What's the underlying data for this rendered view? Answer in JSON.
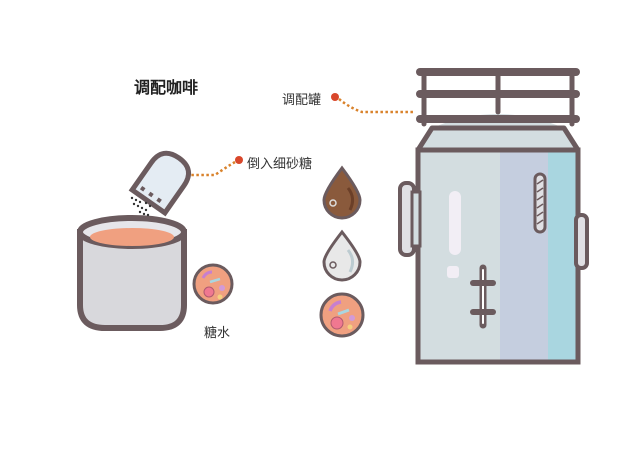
{
  "title": "调配咖啡",
  "labels": {
    "tank": "调配罐",
    "pour_sugar": "倒入细砂糖",
    "sugar_water": "糖水"
  },
  "colors": {
    "outline": "#6b5b5e",
    "leader_line": "#d9822b",
    "leader_dot": "#d9472b",
    "coffee": "#8a5a3c",
    "liquid": "#f0a080",
    "tank_body": "#d3dde0",
    "tank_mid": "#c5cedf",
    "tank_edge": "#a9d6e0"
  }
}
